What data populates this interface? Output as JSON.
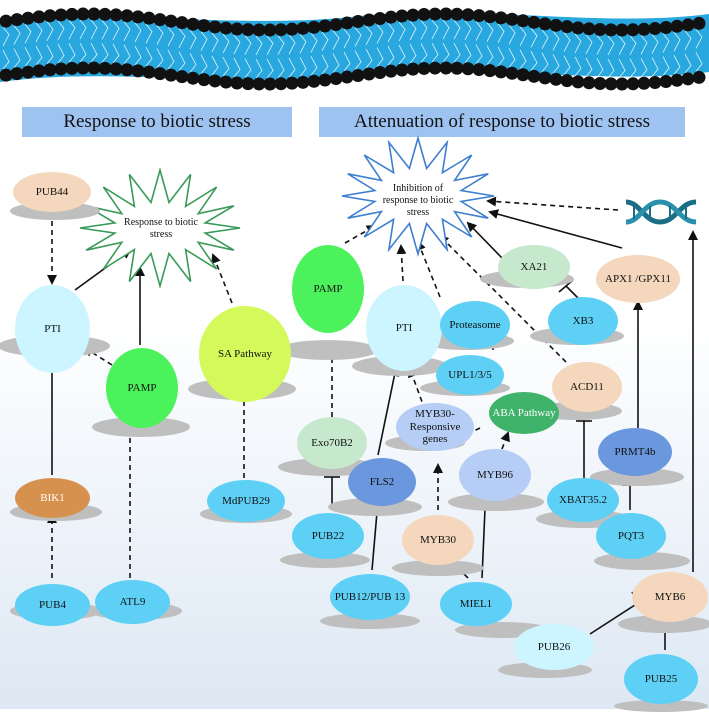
{
  "headers": {
    "left": "Response to biotic stress",
    "right": "Attenuation of response to biotic stress"
  },
  "stars": {
    "response": "Response to biotic stress",
    "inhibition": "Inhibition of response to biotic stress"
  },
  "icons": {
    "dna": "dna-icon",
    "membrane": "lipid-bilayer-membrane"
  },
  "nodes": {
    "pub44": "PUB44",
    "pti_left": "PTI",
    "pamp_left": "PAMP",
    "sa_pathway": "SA Pathway",
    "bik1": "BIK1",
    "pub4": "PUB4",
    "atl9": "ATL9",
    "mdpub29": "MdPUB29",
    "pamp_right": "PAMP",
    "pti_right": "PTI",
    "proteasome": "Proteasome",
    "xa21": "XA21",
    "apx1": "APX1 /GPX11",
    "xb3": "XB3",
    "upl": "UPL1/3/5",
    "acd11": "ACD11",
    "exo70b2": "Exo70B2",
    "myb30_genes": "MYB30- Responsive genes",
    "aba_pathway": "ABA Pathway",
    "fls2": "FLS2",
    "myb96": "MYB96",
    "prmt4b": "PRMT4b",
    "xbat35": "XBAT35.2",
    "pub22": "PUB22",
    "myb30": "MYB30",
    "pqt3": "PQT3",
    "pub12": "PUB12/PUB 13",
    "miel1": "MIEL1",
    "myb6": "MYB6",
    "pub26": "PUB26",
    "pub25": "PUB25"
  },
  "colors": {
    "header_bar": "#9fc3f1",
    "membrane_blue": "#29a8e0",
    "membrane_dot": "#111111",
    "star_green": "#3a9a5a",
    "star_blue": "#3f7fcf",
    "peach": "#f4d7bd",
    "light_cyan": "#ccf5ff",
    "cyan": "#5ed0f6",
    "green": "#4cf25c",
    "yellow_green": "#d4f95a",
    "orange_brown": "#d7914e",
    "mint": "#c6e8cd",
    "lavender": "#b6cdf5",
    "dark_green": "#3fb36a",
    "blue": "#6a97dd",
    "dna_teal": "#1a6f86"
  }
}
